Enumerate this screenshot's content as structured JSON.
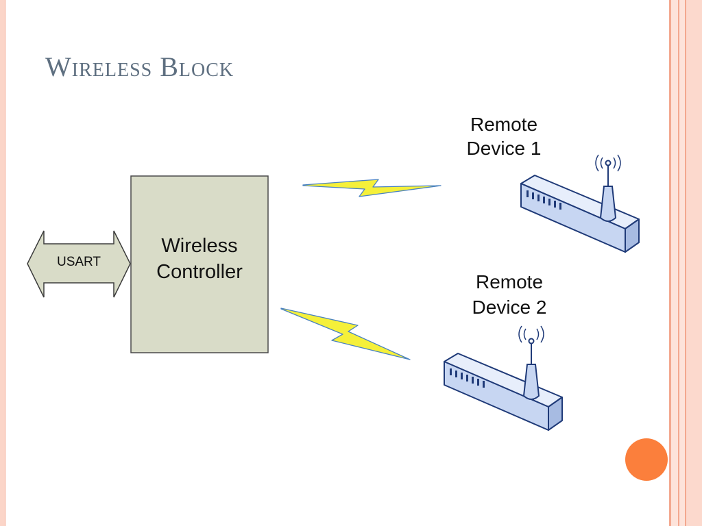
{
  "slide": {
    "title": "Wireless Block",
    "colors": {
      "title": "#5e6f80",
      "controller_fill": "#d9dcc8",
      "lightning": "#f5f03a",
      "lightning_edge": "#4a82c0",
      "device_blue": "#c7d6f2",
      "device_outline": "#1f3a78",
      "accent_dot": "#fb7f3c",
      "border_salmon": "#f3a88f"
    }
  },
  "diagram": {
    "usart_label": "USART",
    "controller_label_line1": "Wireless",
    "controller_label_line2": "Controller",
    "remote1_line1": "Remote",
    "remote1_line2": "Device 1",
    "remote2_line1": "Remote",
    "remote2_line2": "Device 2",
    "signal_glyph": "((o))",
    "icons": [
      "double-arrow-icon",
      "lightning-bolt-icon",
      "router-device-icon",
      "antenna-signal-icon"
    ]
  }
}
